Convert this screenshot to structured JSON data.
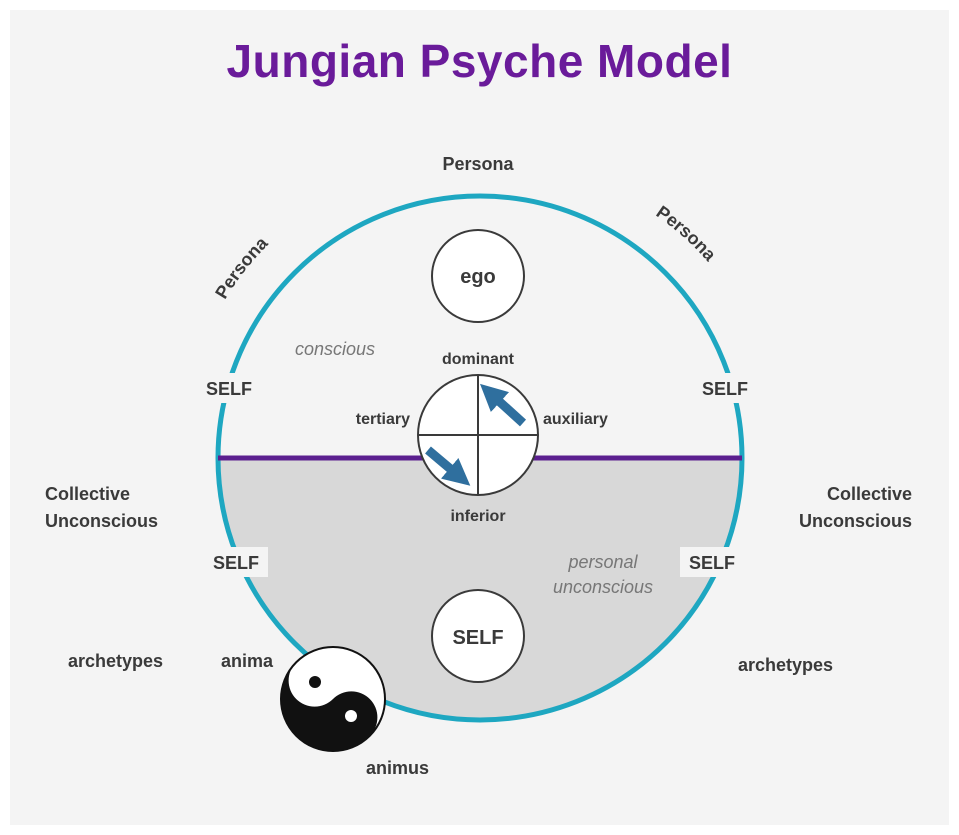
{
  "title": "Jungian Psyche Model",
  "colors": {
    "title": "#6a1b9a",
    "outer_circle": "#1ea7c1",
    "divider": "#5b1f8f",
    "unconscious_fill": "#d8d8d8",
    "arrow": "#2f6f9e",
    "text": "#3a3a3a"
  },
  "labels": {
    "persona_top": "Persona",
    "persona_left": "Persona",
    "persona_right": "Persona",
    "ego": "ego",
    "conscious": "conscious",
    "dominant": "dominant",
    "tertiary": "tertiary",
    "auxiliary": "auxiliary",
    "inferior": "inferior",
    "self_upper_left": "SELF",
    "self_upper_right": "SELF",
    "self_lower_left": "SELF",
    "self_lower_right": "SELF",
    "self_center": "SELF",
    "collective_left_line1": "Collective",
    "collective_left_line2": "Unconscious",
    "collective_right_line1": "Collective",
    "collective_right_line2": "Unconscious",
    "personal_line1": "personal",
    "personal_line2": "unconscious",
    "archetypes_left": "archetypes",
    "archetypes_right": "archetypes",
    "anima": "anima",
    "animus": "animus"
  },
  "icons": {
    "function_arrows": "diagonal-arrow-icon",
    "anima_animus": "yin-yang-icon"
  }
}
